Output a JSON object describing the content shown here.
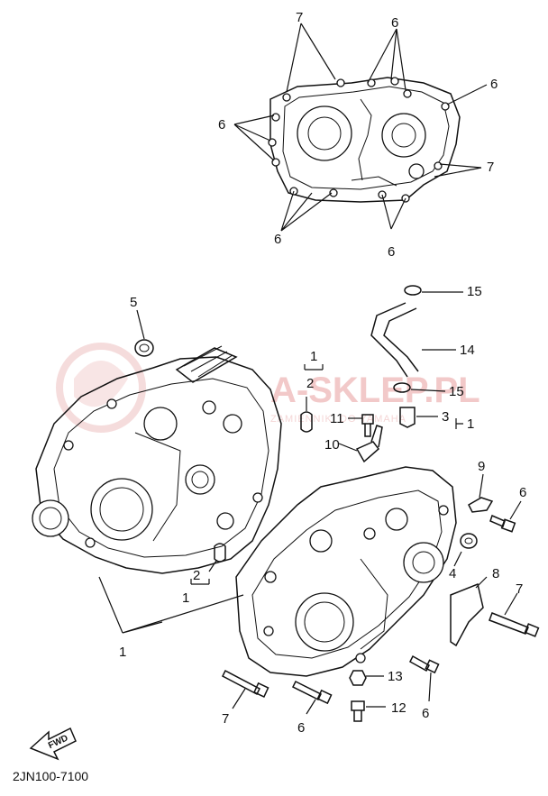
{
  "callouts": {
    "c7_top": "7",
    "c6_top": "6",
    "c6_tr": "6",
    "c6_left": "6",
    "c7_right": "7",
    "c6_bl": "6",
    "c6_br": "6",
    "c5": "5",
    "c15_top": "15",
    "c14": "14",
    "c1_upper": "1",
    "c2_upper": "2",
    "c15_mid": "15",
    "c11": "11",
    "c3": "3",
    "c1_right": "1",
    "c10": "10",
    "c9": "9",
    "c6_r": "6",
    "c4": "4",
    "c8": "8",
    "c7_r": "7",
    "c2_lower": "2",
    "c1_lower_bracket": "1",
    "c1_main": "1",
    "c13": "13",
    "c7_bottom": "7",
    "c6_bottom": "6",
    "c12": "12",
    "c6_bottom_r": "6"
  },
  "watermark": {
    "text": "A-SKLEP.PL",
    "subtext": "ZAMIENNIKI DO YAMAHA"
  },
  "fwd_label": "FWD",
  "diagram_code": "2JN100-7100",
  "icons": [
    "watermark-logo-icon",
    "fwd-arrow-icon"
  ]
}
